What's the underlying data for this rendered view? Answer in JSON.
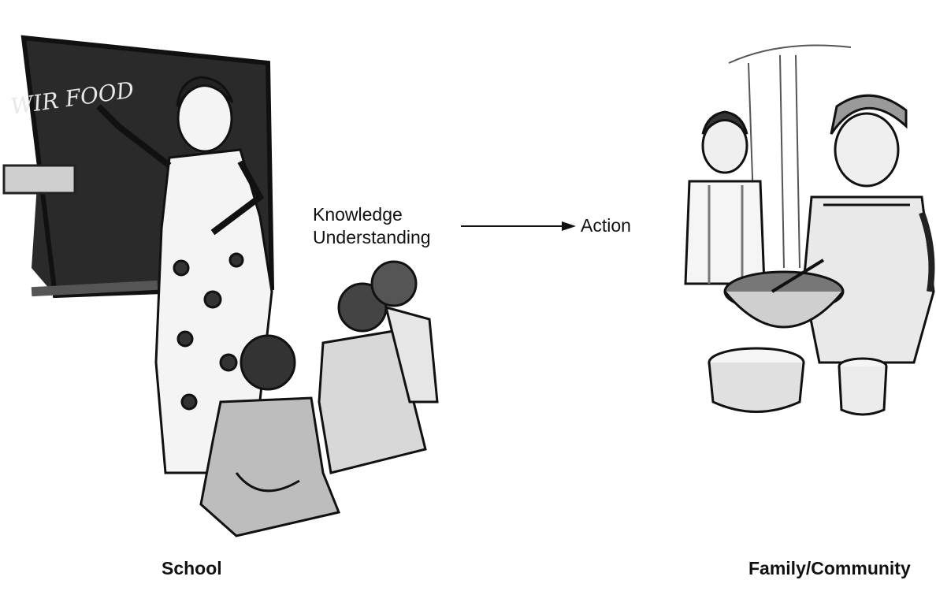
{
  "flow": {
    "knowledge": "Knowledge",
    "understanding": "Understanding",
    "action": "Action"
  },
  "chalkboard_text": "WIR FOOD",
  "captions": {
    "school": "School",
    "family": "Family/Community"
  },
  "colors": {
    "ink": "#111111",
    "chalkboard": "#2a2a2a",
    "paper": "#ffffff"
  }
}
